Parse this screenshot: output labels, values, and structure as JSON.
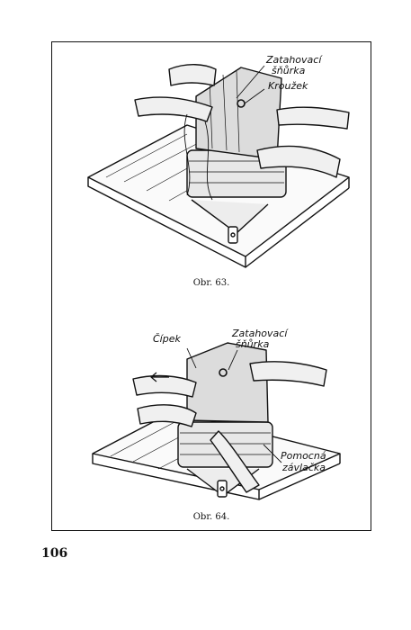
{
  "figures": [
    {
      "labels": [
        "Zatahovací",
        "šňůrka",
        "Kroužek"
      ],
      "caption": "Obr. 63."
    },
    {
      "labels": [
        "Čípek",
        "Zatahovací",
        "šňůrka",
        "Pomocná",
        "závlačka"
      ],
      "caption": "Obr. 64."
    }
  ],
  "page_number": "106"
}
